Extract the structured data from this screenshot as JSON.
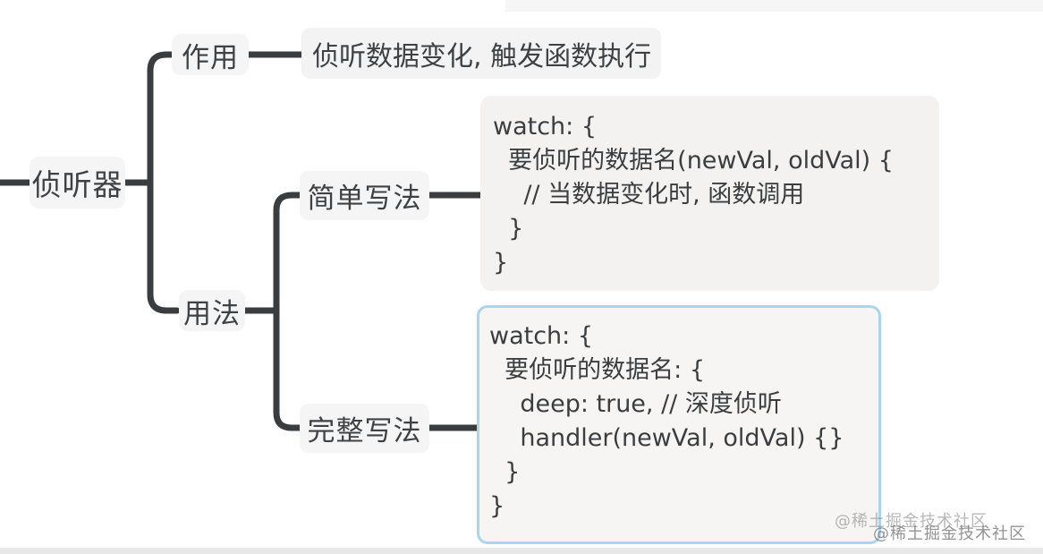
{
  "mindmap": {
    "root": {
      "label": "侦听器"
    },
    "branches": [
      {
        "label": "作用",
        "note": "侦听数据变化, 触发函数执行"
      },
      {
        "label": "用法",
        "children": [
          {
            "label": "简单写法",
            "selected": false,
            "code": [
              "watch: {",
              "  要侦听的数据名(newVal, oldVal) {",
              "    // 当数据变化时, 函数调用",
              "  }",
              "}"
            ]
          },
          {
            "label": "完整写法",
            "selected": true,
            "code": [
              "watch: {",
              "  要侦听的数据名: {",
              "    deep: true, // 深度侦听",
              "    handler(newVal, oldVal) {}",
              "  }",
              "}"
            ]
          }
        ]
      }
    ]
  },
  "watermark": {
    "text": "@稀土掘金技术社区"
  },
  "colors": {
    "branch_line": "#3a3d40",
    "node_text": "#3e4245",
    "node_bg": "#f5f5f5",
    "code_bg": "#f3f2f0",
    "selected_border": "#a9d5ef",
    "top_bar": "#f6f6f6",
    "bottom_bar": "#e8e8e8",
    "watermark": "#8f8f8f"
  }
}
